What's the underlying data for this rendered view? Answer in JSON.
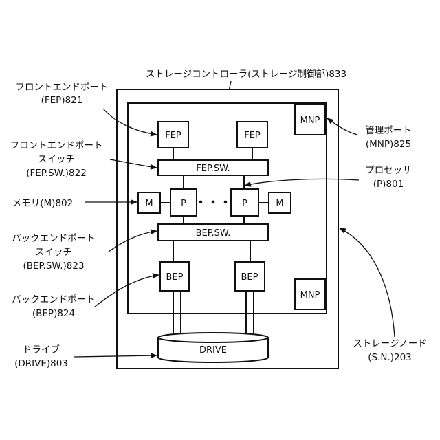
{
  "diagram": {
    "title": "ストレージコントローラ(ストレージ制御部)833",
    "labels": {
      "fep_port": [
        "フロントエンドポート",
        "(FEP)821"
      ],
      "fep_switch": [
        "フロントエンドポート",
        "スイッチ",
        "(FEP.SW.)822"
      ],
      "memory": "メモリ(M)802",
      "bep_switch": [
        "バックエンドポート",
        "スイッチ",
        "(BEP.SW.)823"
      ],
      "bep_port": [
        "バックエンドポート",
        "(BEP)824"
      ],
      "drive": [
        "ドライブ",
        "(DRIVE)803"
      ],
      "mnp": [
        "管理ポート",
        "(MNP)825"
      ],
      "processor": [
        "プロセッサ",
        "(P)801"
      ],
      "storage_node": [
        "ストレージノード",
        "(S.N.)203"
      ]
    },
    "blocks": {
      "fep": "FEP",
      "fep_sw": "FEP.SW.",
      "m": "M",
      "p": "P",
      "dots": "・・・",
      "bep_sw": "BEP.SW.",
      "bep": "BEP",
      "mnp": "MNP",
      "drive": "DRIVE"
    }
  }
}
